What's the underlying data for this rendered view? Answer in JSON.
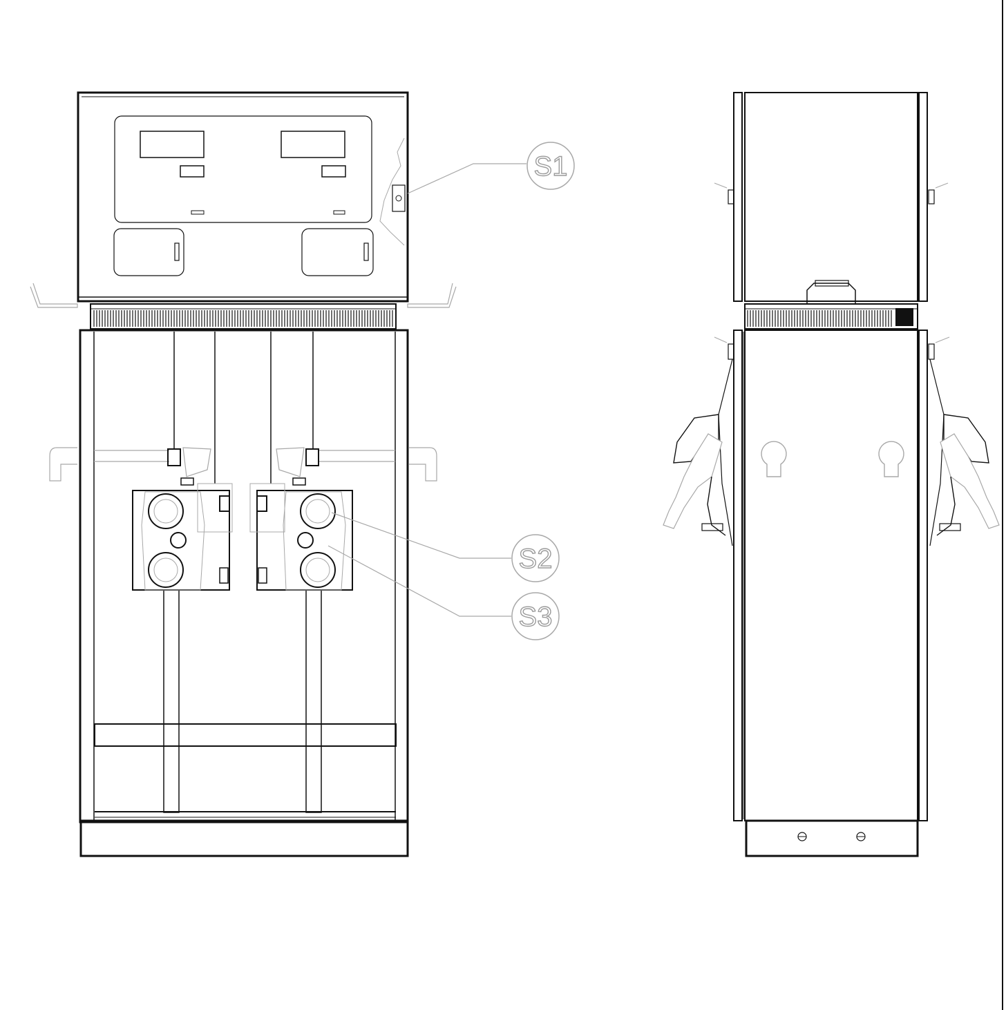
{
  "callouts": [
    {
      "label": "S1"
    },
    {
      "label": "S2"
    },
    {
      "label": "S3"
    }
  ],
  "colors": {
    "line": "#111111",
    "callout": "#a8a8a8",
    "background": "#ffffff"
  }
}
